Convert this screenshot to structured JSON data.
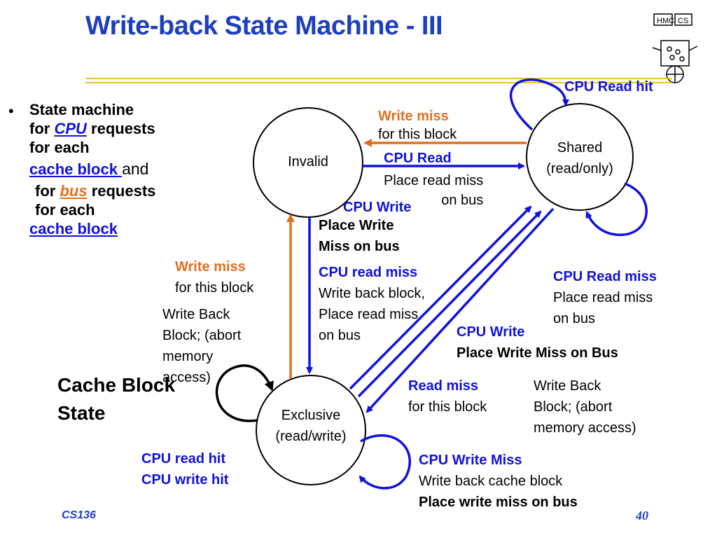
{
  "title": "Write-back State Machine - III",
  "bullet": {
    "line1": "State machine",
    "line2_pre": "for ",
    "line2_link": "CPU",
    "line2_post": " requests",
    "line3": "for each",
    "line4_link": "cache block ",
    "line4_post": "and",
    "line5_pre": "for ",
    "line5_link": "bus",
    "line5_post": " requests",
    "line6": "for each",
    "line7_link": "cache block"
  },
  "states": {
    "invalid": "Invalid",
    "shared_l1": "Shared",
    "shared_l2": "(read/only)",
    "exclusive_l1": "Exclusive",
    "exclusive_l2": "(read/write)"
  },
  "labels": {
    "cpu_read_hit": "CPU Read hit",
    "write_miss_top_a": "Write miss",
    "write_miss_top_b": "for this block",
    "cpu_read_a": "CPU Read",
    "cpu_read_b": "Place read miss",
    "cpu_read_c": "on bus",
    "cpu_write_a": "CPU Write",
    "cpu_write_b": "Place Write",
    "cpu_write_c": "Miss on bus",
    "write_miss_left_a": "Write miss",
    "write_miss_left_b": "for this block",
    "write_back_left_a": "Write Back",
    "write_back_left_b": "Block; (abort",
    "write_back_left_c": "memory",
    "write_back_left_d": "access)",
    "cpu_read_miss_a": "CPU read miss",
    "cpu_read_miss_b": "Write back block,",
    "cpu_read_miss_c": "Place read miss",
    "cpu_read_miss_d": "on bus",
    "cpu_read_miss_shared_a": "CPU Read miss",
    "cpu_read_miss_shared_b": "Place read miss",
    "cpu_read_miss_shared_c": "on bus",
    "cpu_write_shared_a": "CPU Write",
    "cpu_write_shared_b": "Place Write Miss on Bus",
    "read_miss_a": "Read miss",
    "read_miss_b": "for this block",
    "write_back_right_a": "Write Back",
    "write_back_right_b": "Block; (abort",
    "write_back_right_c": "memory access)",
    "cpu_read_hit_excl": "CPU read hit",
    "cpu_write_hit_excl": "CPU write hit",
    "cpu_write_miss_a": "CPU Write Miss",
    "cpu_write_miss_b": "Write back cache block",
    "cpu_write_miss_c": "Place write miss on bus"
  },
  "cache_block_state_a": "Cache Block",
  "cache_block_state_b": "State",
  "footer": {
    "course": "CS136",
    "page": "40"
  },
  "logo_text": "HMC CS",
  "colors": {
    "title": "#1d3fbf",
    "arrow_blue": "#1111dd",
    "arrow_orange": "#e07020",
    "rule": "#e8c030"
  }
}
